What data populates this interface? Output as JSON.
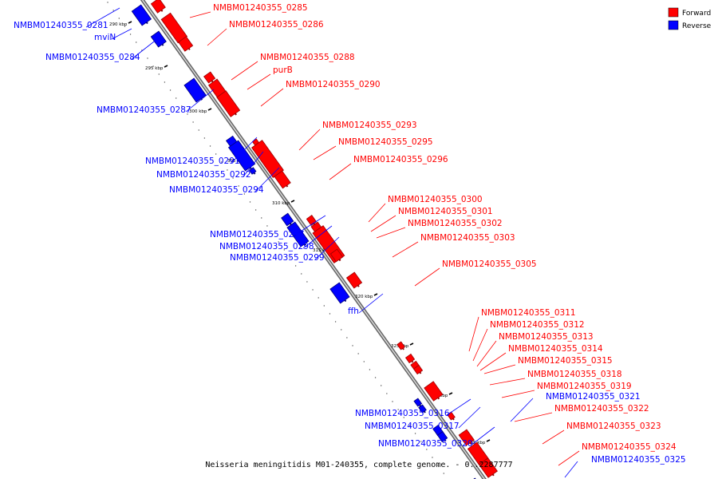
{
  "caption": "Neisseria meningitidis M01-240355, complete genome. - 0..2287777",
  "legend": [
    {
      "label": "Forward",
      "color": "#ff0000"
    },
    {
      "label": "Reverse",
      "color": "#0000ff"
    }
  ],
  "colors": {
    "forward": "#ff0000",
    "reverse": "#0000ff",
    "backbone": "#888888"
  },
  "ticks": [
    "290 kbp",
    "295 kbp",
    "300 kbp",
    "305 kbp",
    "310 kbp",
    "315 kbp",
    "320 kbp",
    "325 kbp",
    "330 kbp",
    "335 kbp"
  ],
  "forward_labels": [
    "NMBM01240355_0285",
    "NMBM01240355_0286",
    "NMBM01240355_0288",
    "purB",
    "NMBM01240355_0290",
    "NMBM01240355_0293",
    "NMBM01240355_0295",
    "NMBM01240355_0296",
    "NMBM01240355_0300",
    "NMBM01240355_0301",
    "NMBM01240355_0302",
    "NMBM01240355_0303",
    "NMBM01240355_0305",
    "NMBM01240355_0311",
    "NMBM01240355_0312",
    "NMBM01240355_0313",
    "NMBM01240355_0314",
    "NMBM01240355_0315",
    "NMBM01240355_0318",
    "NMBM01240355_0319",
    "NMBM01240355_0322",
    "NMBM01240355_0323",
    "NMBM01240355_0324"
  ],
  "reverse_labels": [
    "NMBM01240355_0281",
    "mviN",
    "NMBM01240355_0284",
    "NMBM01240355_0287",
    "NMBM01240355_0291",
    "NMBM01240355_0292",
    "NMBM01240355_0294",
    "NMBM01240355_0297",
    "NMBM01240355_0298",
    "NMBM01240355_0299",
    "ffh",
    "NMBM01240355_0316",
    "NMBM01240355_0317",
    "NMBM01240355_0320",
    "NMBM01240355_0321",
    "NMBM01240355_0325"
  ]
}
